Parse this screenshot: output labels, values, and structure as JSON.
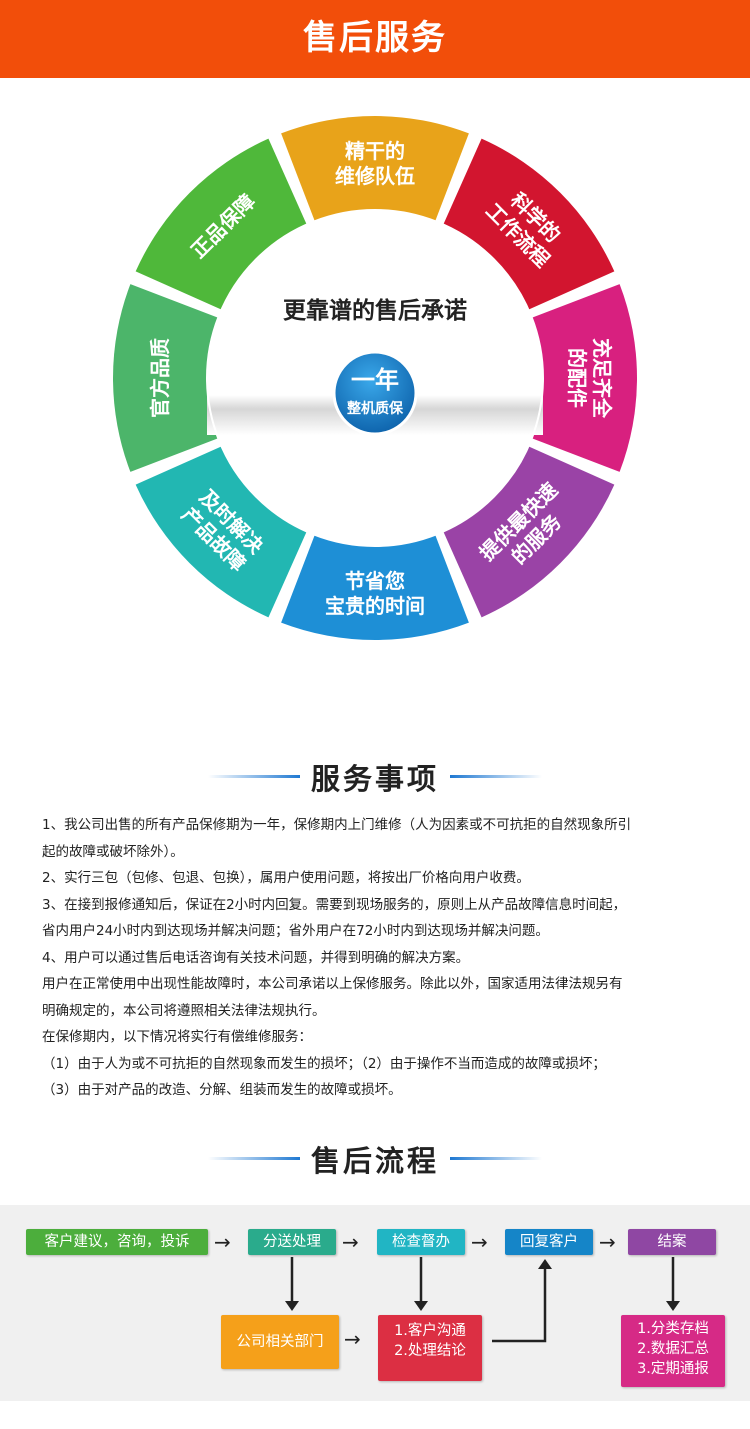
{
  "header": {
    "title": "售后服务"
  },
  "wheel": {
    "center_title": "更靠谱的售后承诺",
    "badge_line1": "一年",
    "badge_line2": "整机质保",
    "segments": [
      {
        "line1": "精干的",
        "line2": "维修队伍",
        "color": "#e8a31a"
      },
      {
        "line1": "科学的",
        "line2": "工作流程",
        "color": "#d2152f"
      },
      {
        "line1": "充足齐全",
        "line2": "的配件",
        "color": "#d8207f"
      },
      {
        "line1": "提供最快速",
        "line2": "的服务",
        "color": "#9a43a6"
      },
      {
        "line1": "节省您",
        "line2": "宝贵的时间",
        "color": "#1e8fd6"
      },
      {
        "line1": "及时解决",
        "line2": "产品故障",
        "color": "#22b7b2"
      },
      {
        "line1": "官方品质",
        "line2": "",
        "color": "#4cb56a"
      },
      {
        "line1": "正品保障",
        "line2": "",
        "color": "#4fb83a"
      }
    ]
  },
  "service": {
    "title": "服务事项",
    "lines": [
      "1、我公司出售的所有产品保修期为一年，保修期内上门维修（人为因素或不可抗拒的自然现象所引",
      "起的故障或破坏除外）。",
      "2、实行三包（包修、包退、包换），属用户使用问题，将按出厂价格向用户收费。",
      "3、在接到报修通知后，保证在2小时内回复。需要到现场服务的，原则上从产品故障信息时间起，",
      "省内用户24小时内到达现场并解决问题；省外用户在72小时内到达现场并解决问题。",
      "4、用户可以通过售后电话咨询有关技术问题，并得到明确的解决方案。",
      "用户在正常使用中出现性能故障时，本公司承诺以上保修服务。除此以外，国家适用法律法规另有",
      "明确规定的，本公司将遵照相关法律法规执行。",
      "在保修期内，以下情况将实行有偿维修服务：",
      "（1）由于人为或不可抗拒的自然现象而发生的损坏；（2）由于操作不当而造成的故障或损坏；",
      "（3）由于对产品的改造、分解、组装而发生的故障或损坏。"
    ]
  },
  "process": {
    "title": "售后流程",
    "step1": "客户建议，咨询，投诉",
    "step2": "分送处理",
    "step3": "检查督办",
    "step4": "回复客户",
    "step5": "结案",
    "dept": "公司相关部门",
    "comm_line1": "1.客户沟通",
    "comm_line2": "2.处理结论",
    "close_line1": "1.分类存档",
    "close_line2": "2.数据汇总",
    "close_line3": "3.定期通报",
    "colors": {
      "green": "#4cae3c",
      "teal": "#2aab8c",
      "cyan": "#21b5c4",
      "blue": "#1585c8",
      "purple": "#8f47a3",
      "orange": "#f5a01a",
      "red": "#dc2f43",
      "magenta": "#d62a86"
    }
  }
}
